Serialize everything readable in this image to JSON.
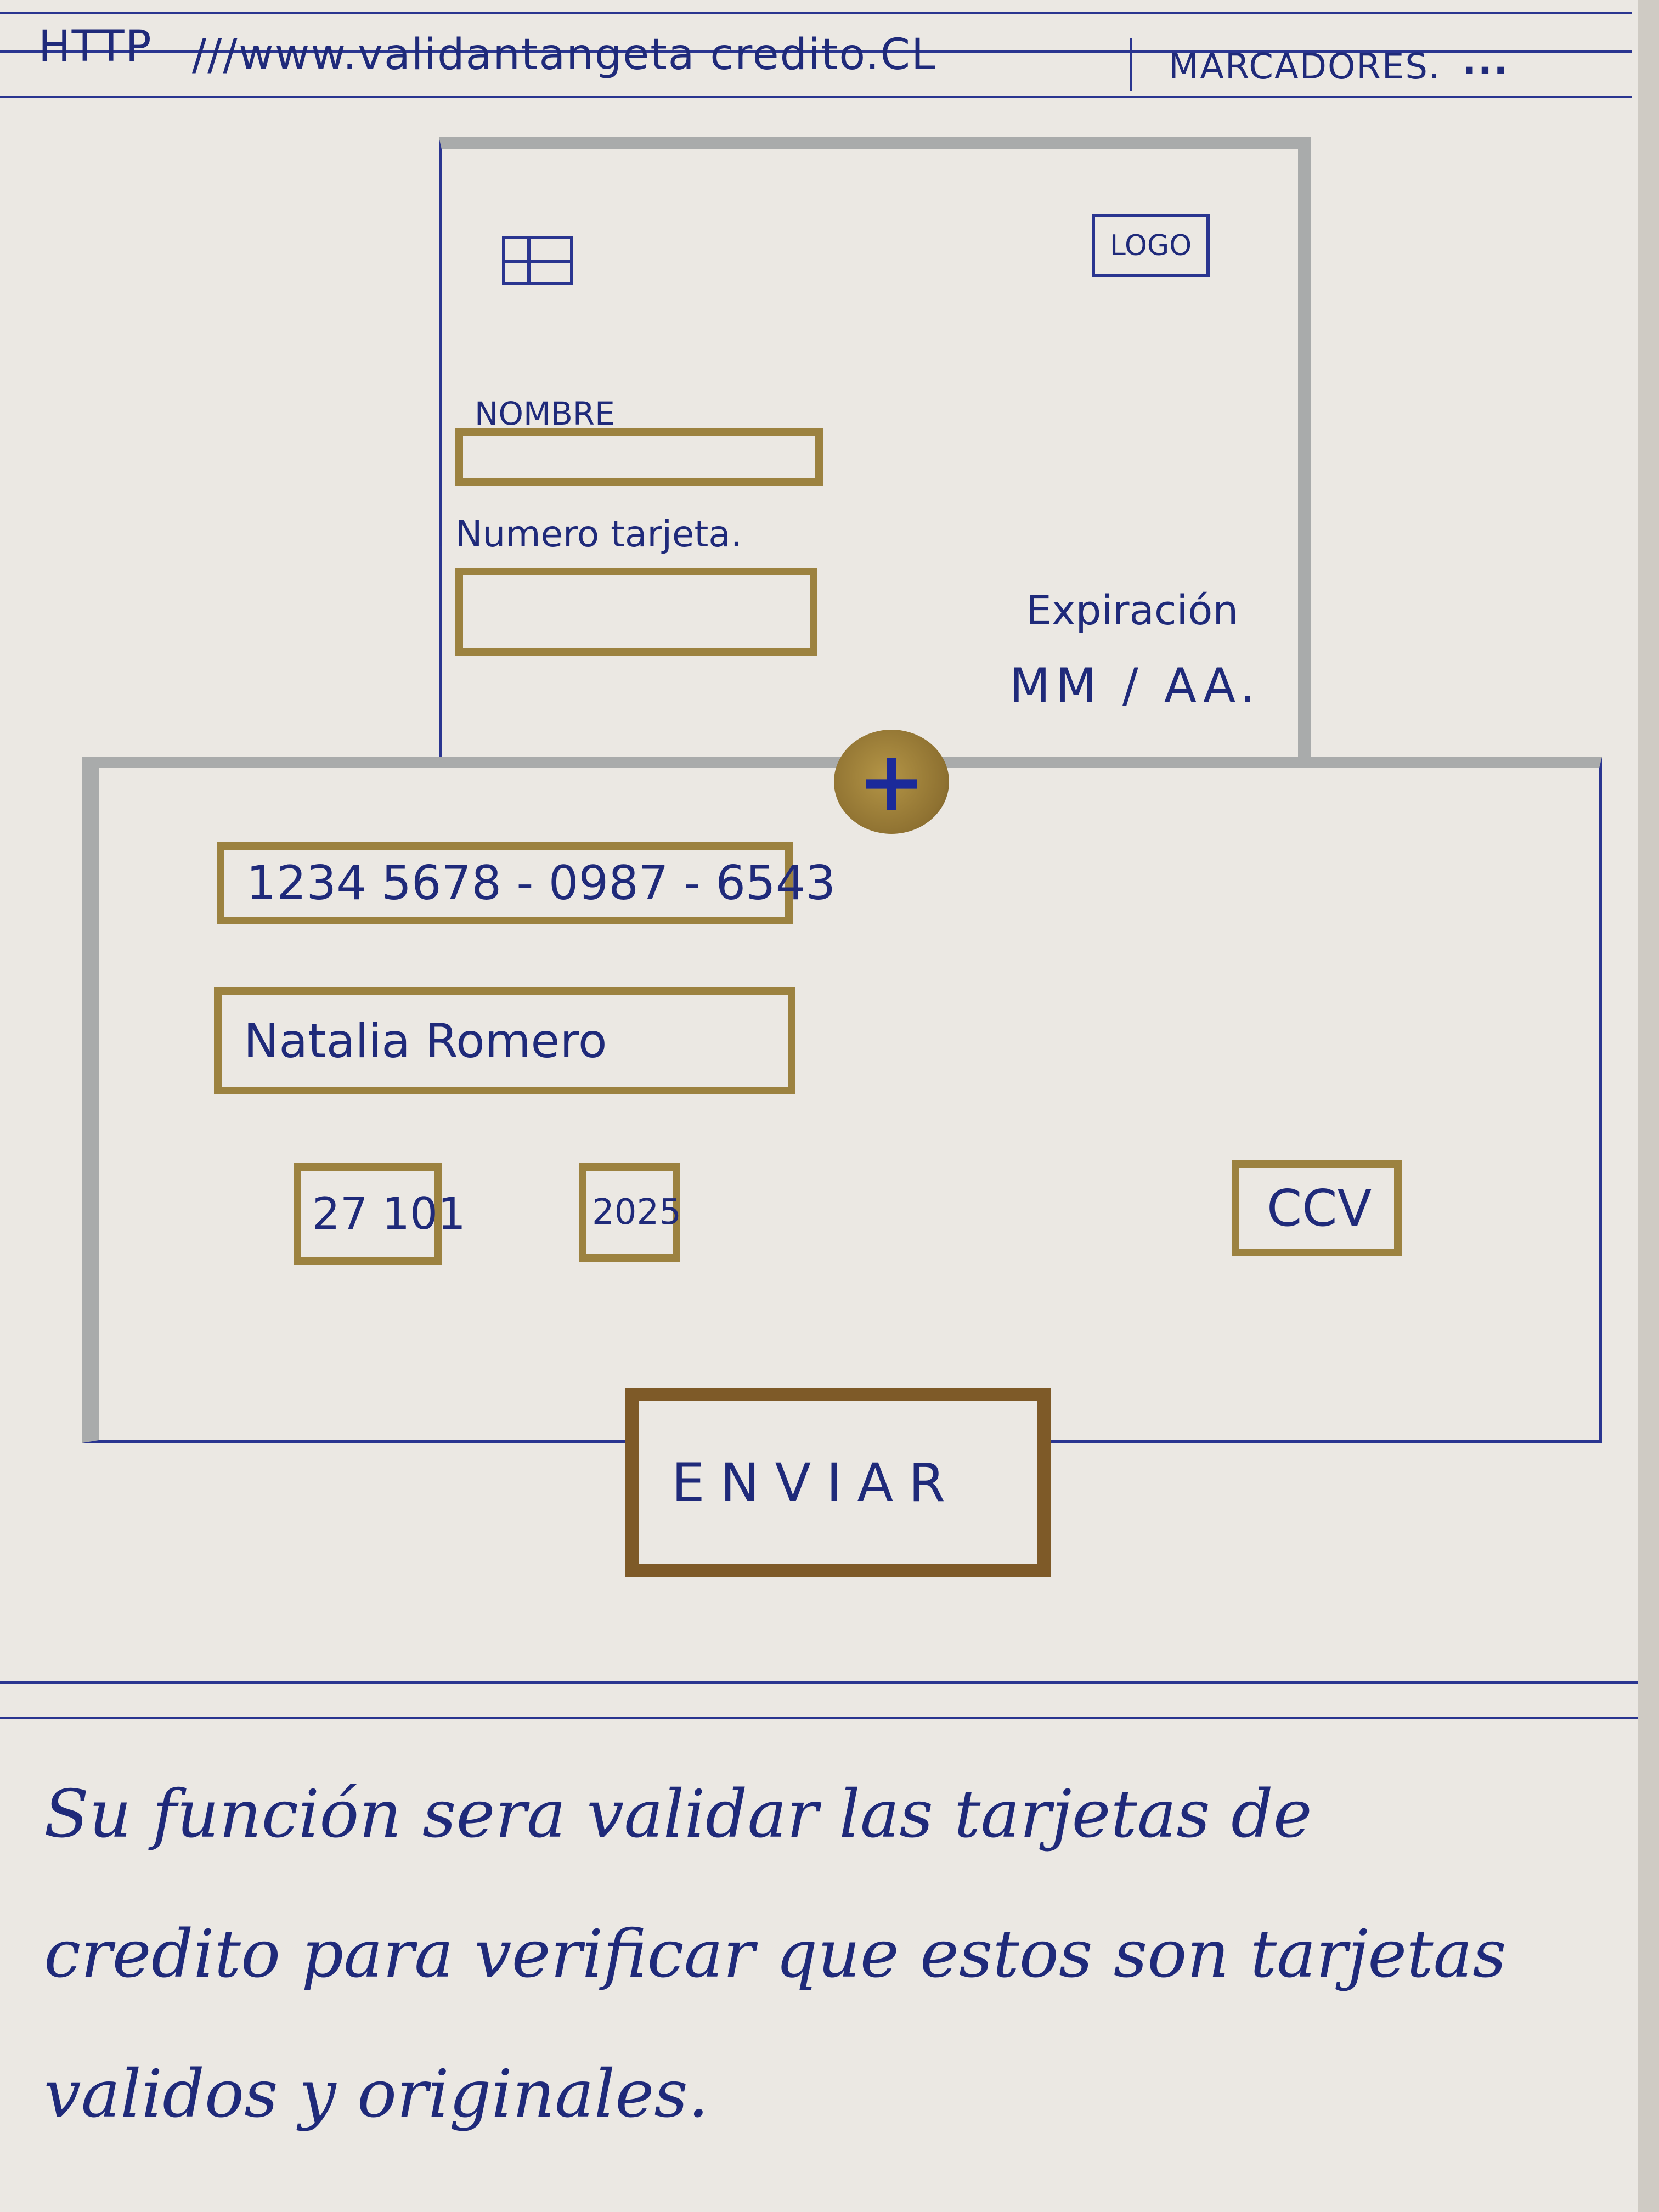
{
  "browser": {
    "protocol": "HTTP",
    "url": "///www.validantangeta credito.CL",
    "bookmarks_label": "MARCADORES.",
    "more_label": "..."
  },
  "card_front": {
    "chip_icon": "chip-icon",
    "logo_label": "LOGO",
    "name_label": "NOMBRE",
    "number_label": "Numero tarjeta.",
    "expiry_label": "Expiración",
    "expiry_format": "MM / AA."
  },
  "card_back": {
    "flip_icon": "plus-icon",
    "card_number_value": "1234 5678 - 0987 - 6543",
    "name_value": "Natalia Romero",
    "month_value": "27 101",
    "year_value": "2025",
    "ccv_label": "CCV"
  },
  "actions": {
    "send_label": "ENVIAR"
  },
  "note": {
    "text": "Su función sera validar las tarjetas de credito para verificar que estos son tarjetas validos y originales."
  },
  "colors": {
    "ink": "#1f2a7a",
    "gold": "#9c8240",
    "tape": "#a9abab",
    "button_border": "#7e5a28"
  }
}
